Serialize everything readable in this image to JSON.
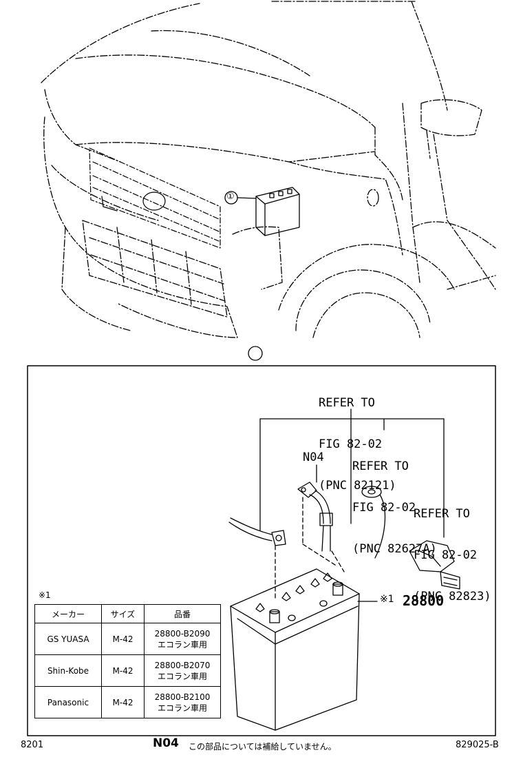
{
  "callouts": {
    "ref_1": [
      "REFER TO",
      "FIG 82-02",
      "(PNC 82121)"
    ],
    "ref_2": [
      "REFER TO",
      "FIG 82-02",
      "(PNC 82627A)"
    ],
    "ref_3": [
      "REFER TO",
      "FIG 82-02",
      "(PNC 82823)"
    ]
  },
  "labels": {
    "n04": "N04",
    "index_mark": "①",
    "note_mark": "※1",
    "battery_mark": "※1",
    "battery_part_no": "28800"
  },
  "spec_table": {
    "headers": [
      "メーカー",
      "サイズ",
      "品番"
    ],
    "rows": [
      {
        "maker": "GS YUASA",
        "size": "M-42",
        "part": "28800-B2090",
        "note": "エコラン車用"
      },
      {
        "maker": "Shin-Kobe",
        "size": "M-42",
        "part": "28800-B2070",
        "note": "エコラン車用"
      },
      {
        "maker": "Panasonic",
        "size": "M-42",
        "part": "28800-B2100",
        "note": "エコラン車用"
      }
    ]
  },
  "footer": {
    "left_code": "8201",
    "n04": "N04",
    "notice": "この部品については補給していません。",
    "right_code": "829025-B"
  }
}
